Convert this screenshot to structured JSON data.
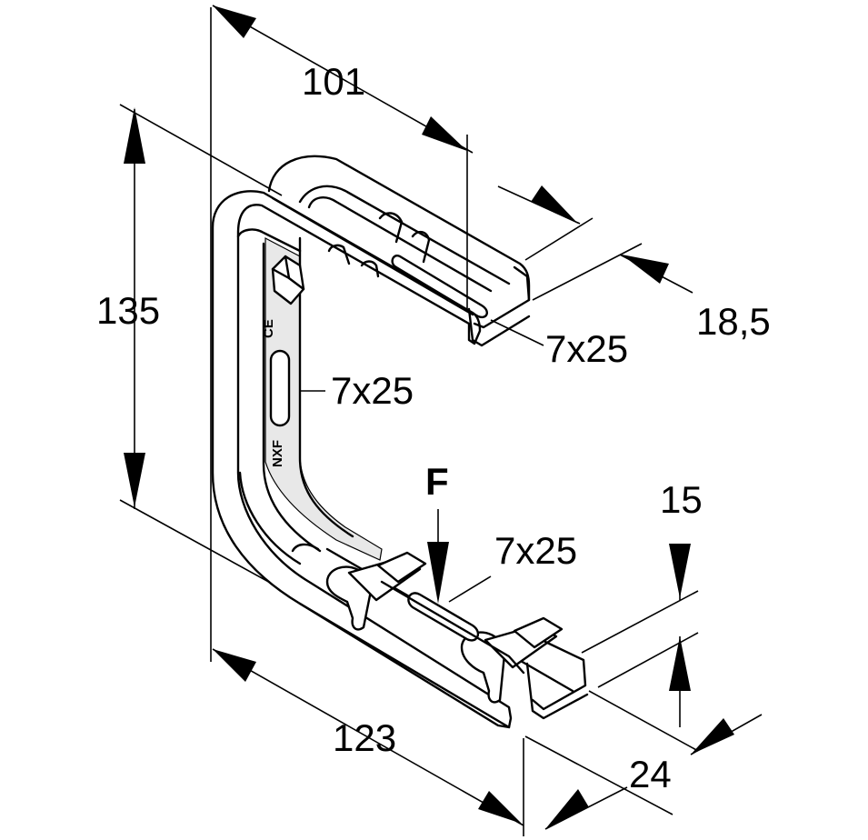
{
  "dimensions": {
    "top_width": "101",
    "height": "135",
    "bottom_width": "123",
    "top_depth": "18,5",
    "bottom_depth": "24",
    "bottom_height": "15"
  },
  "slots": {
    "top": "7x25",
    "side": "7x25",
    "bottom": "7x25"
  },
  "load_label": "F",
  "markings": {
    "brand": "NXF",
    "ce": "CE"
  }
}
